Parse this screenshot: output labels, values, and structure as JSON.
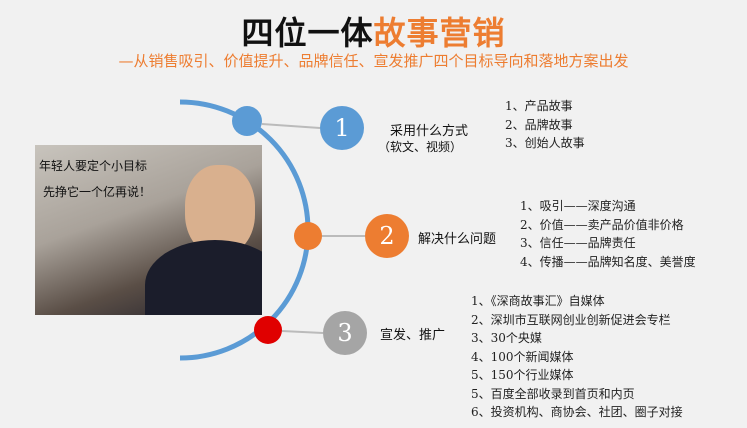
{
  "title": {
    "part1": "四位一体",
    "part2": "故事营销"
  },
  "subtitle": "—从销售吸引、价值提升、品牌信任、宣发推广四个目标导向和落地方案出发",
  "photo": {
    "line1": "年轻人要定个小目标",
    "line2": "先挣它一个亿再说！"
  },
  "steps": [
    {
      "number": "1",
      "color": "#5b9bd5",
      "label": "采用什么方式",
      "sublabel": "（软文、视频）",
      "items": [
        "1、产品故事",
        "2、品牌故事",
        "3、创始人故事"
      ]
    },
    {
      "number": "2",
      "color": "#ed7d31",
      "label": "解决什么问题",
      "items": [
        "1、吸引——深度沟通",
        "2、价值——卖产品价值非价格",
        "3、信任——品牌责任",
        "4、传播——品牌知名度、美誉度"
      ]
    },
    {
      "number": "3",
      "color": "#a5a5a5",
      "label": "宣发、推广",
      "items": [
        "1、《深商故事汇》自媒体",
        "2、深圳市互联网创业创新促进会专栏",
        "3、30个央媒",
        "4、100个新闻媒体",
        "5、150个行业媒体",
        "5、百度全部收录到首页和内页",
        "6、投资机构、商协会、社团、圈子对接"
      ]
    }
  ]
}
